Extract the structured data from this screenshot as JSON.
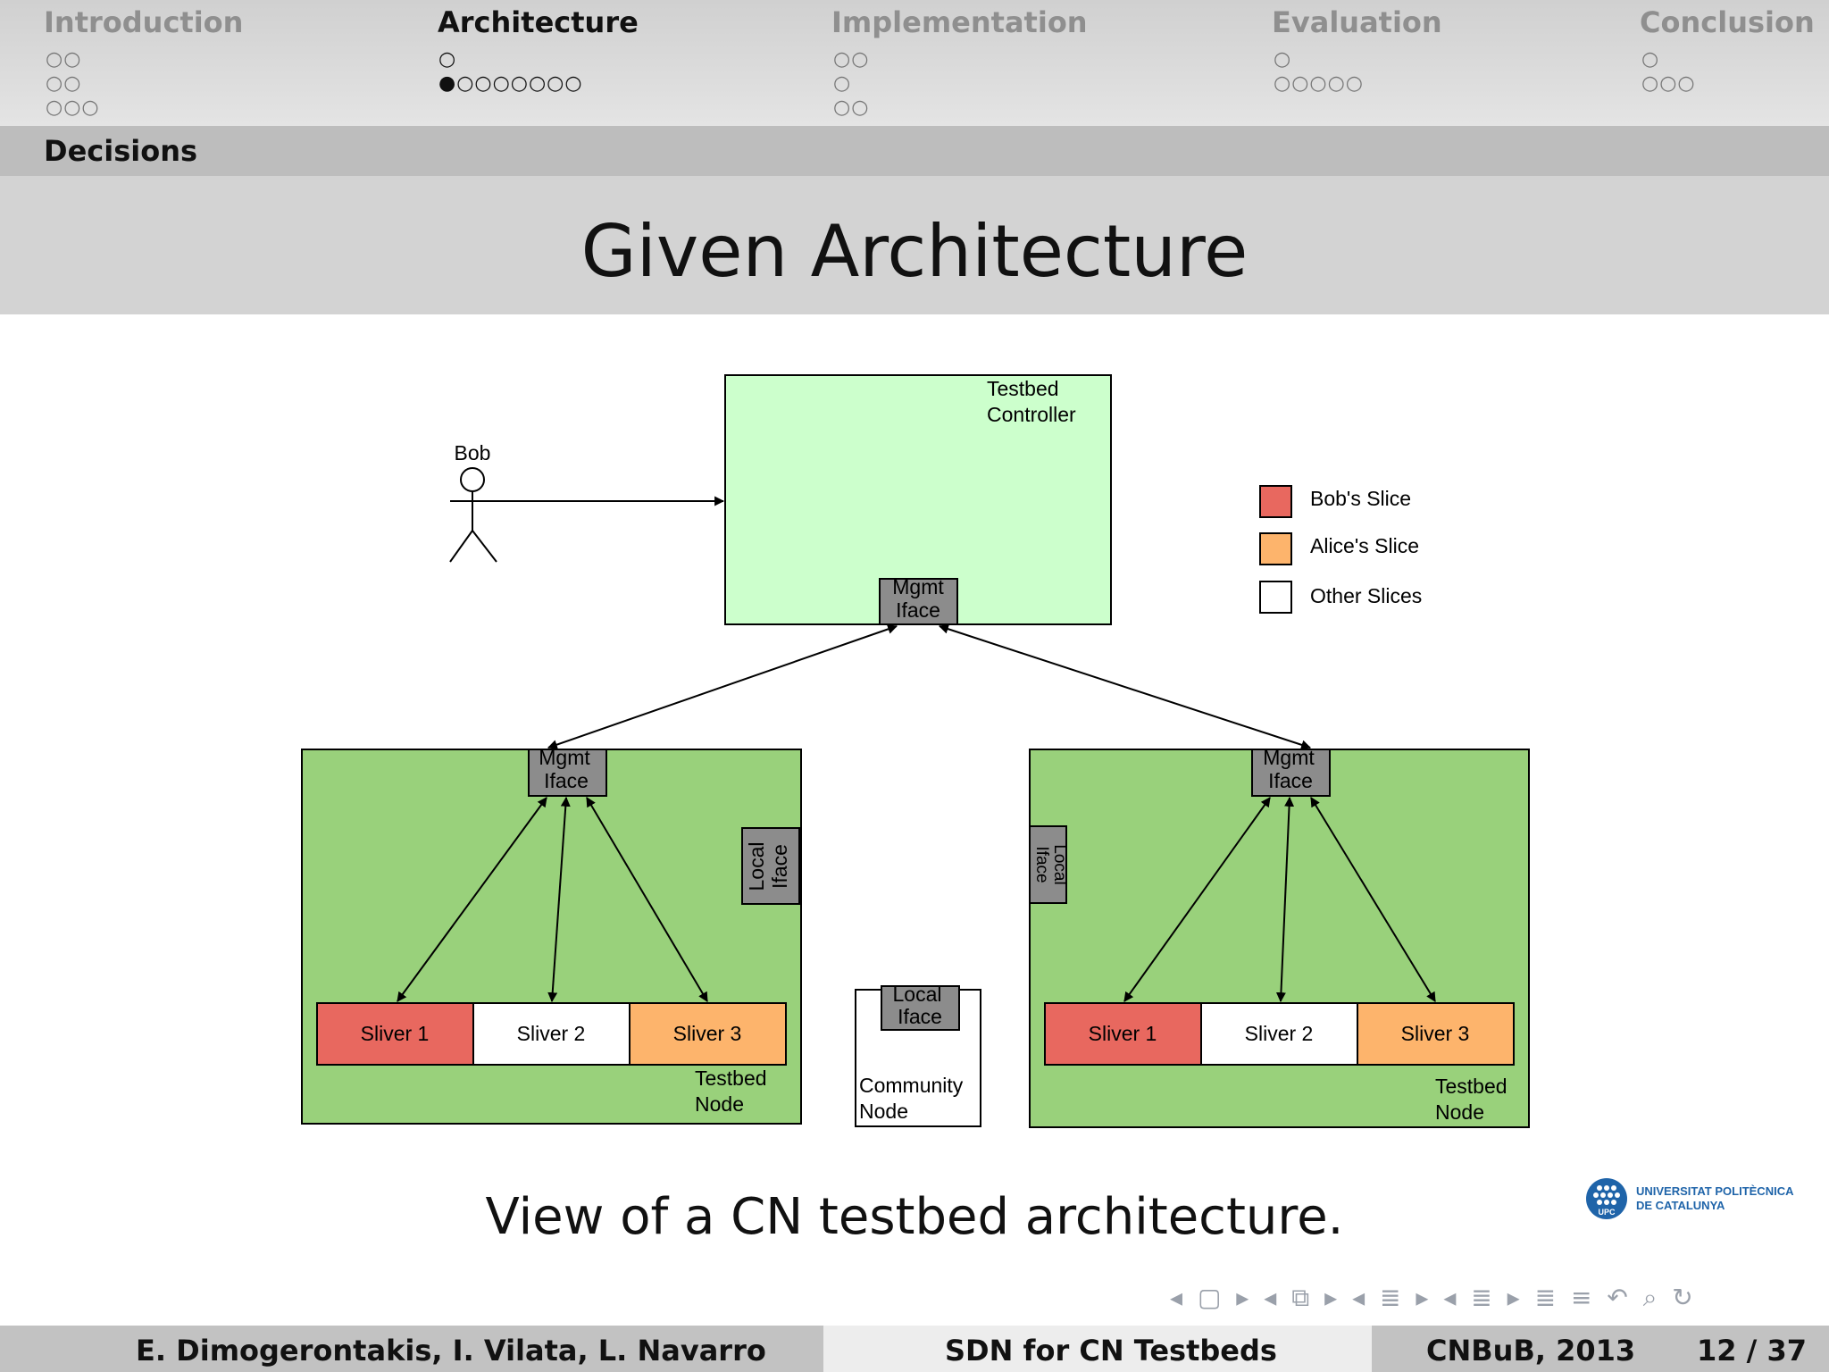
{
  "nav": {
    "sections": [
      "Introduction",
      "Architecture",
      "Implementation",
      "Evaluation",
      "Conclusion"
    ],
    "current_section": "Architecture",
    "dots": {
      "introduction": [
        "○○",
        "○○",
        "○○○"
      ],
      "architecture": [
        "○",
        "●○○○○○○○"
      ],
      "implementation": [
        "○○",
        "○",
        "○○"
      ],
      "evaluation": [
        "○",
        "○○○○○"
      ],
      "conclusion": [
        "○",
        "○○○"
      ]
    },
    "subsection": "Decisions"
  },
  "title": "Given Architecture",
  "diagram": {
    "actor": "Bob",
    "controller": {
      "label_line1": "Testbed",
      "label_line2": "Controller"
    },
    "mgmt_iface": {
      "line1": "Mgmt",
      "line2": "Iface"
    },
    "local_iface": {
      "line1": "Local",
      "line2": "Iface"
    },
    "legend": [
      {
        "label": "Bob's Slice",
        "color": "#e8685f"
      },
      {
        "label": "Alice's Slice",
        "color": "#fdb46c"
      },
      {
        "label": "Other Slices",
        "color": "#ffffff"
      }
    ],
    "testbed_node": {
      "line1": "Testbed",
      "line2": "Node"
    },
    "community_node": {
      "line1": "Community",
      "line2": "Node"
    },
    "slivers": [
      "Sliver 1",
      "Sliver 2",
      "Sliver 3"
    ],
    "colors": {
      "controller_fill": "#ccffcc",
      "node_fill": "#99d17b",
      "iface_fill": "#8c8c8c"
    }
  },
  "caption": "View of a CN testbed architecture.",
  "logo": {
    "line1": "UNIVERSITAT POLITÈCNICA",
    "line2": "DE CATALUNYA",
    "badge": "UPC"
  },
  "footer": {
    "authors": "E. Dimogerontakis, I. Vilata, L. Navarro",
    "short_title": "SDN for CN Testbeds",
    "venue": "CNBuB, 2013",
    "page": "12 / 37"
  },
  "nav_controls": "◂ ▢ ▸  ◂ ⧉ ▸  ◂ ≣ ▸  ◂ ≣ ▸  ≣ ≡  ↶ ⌕ ↻"
}
